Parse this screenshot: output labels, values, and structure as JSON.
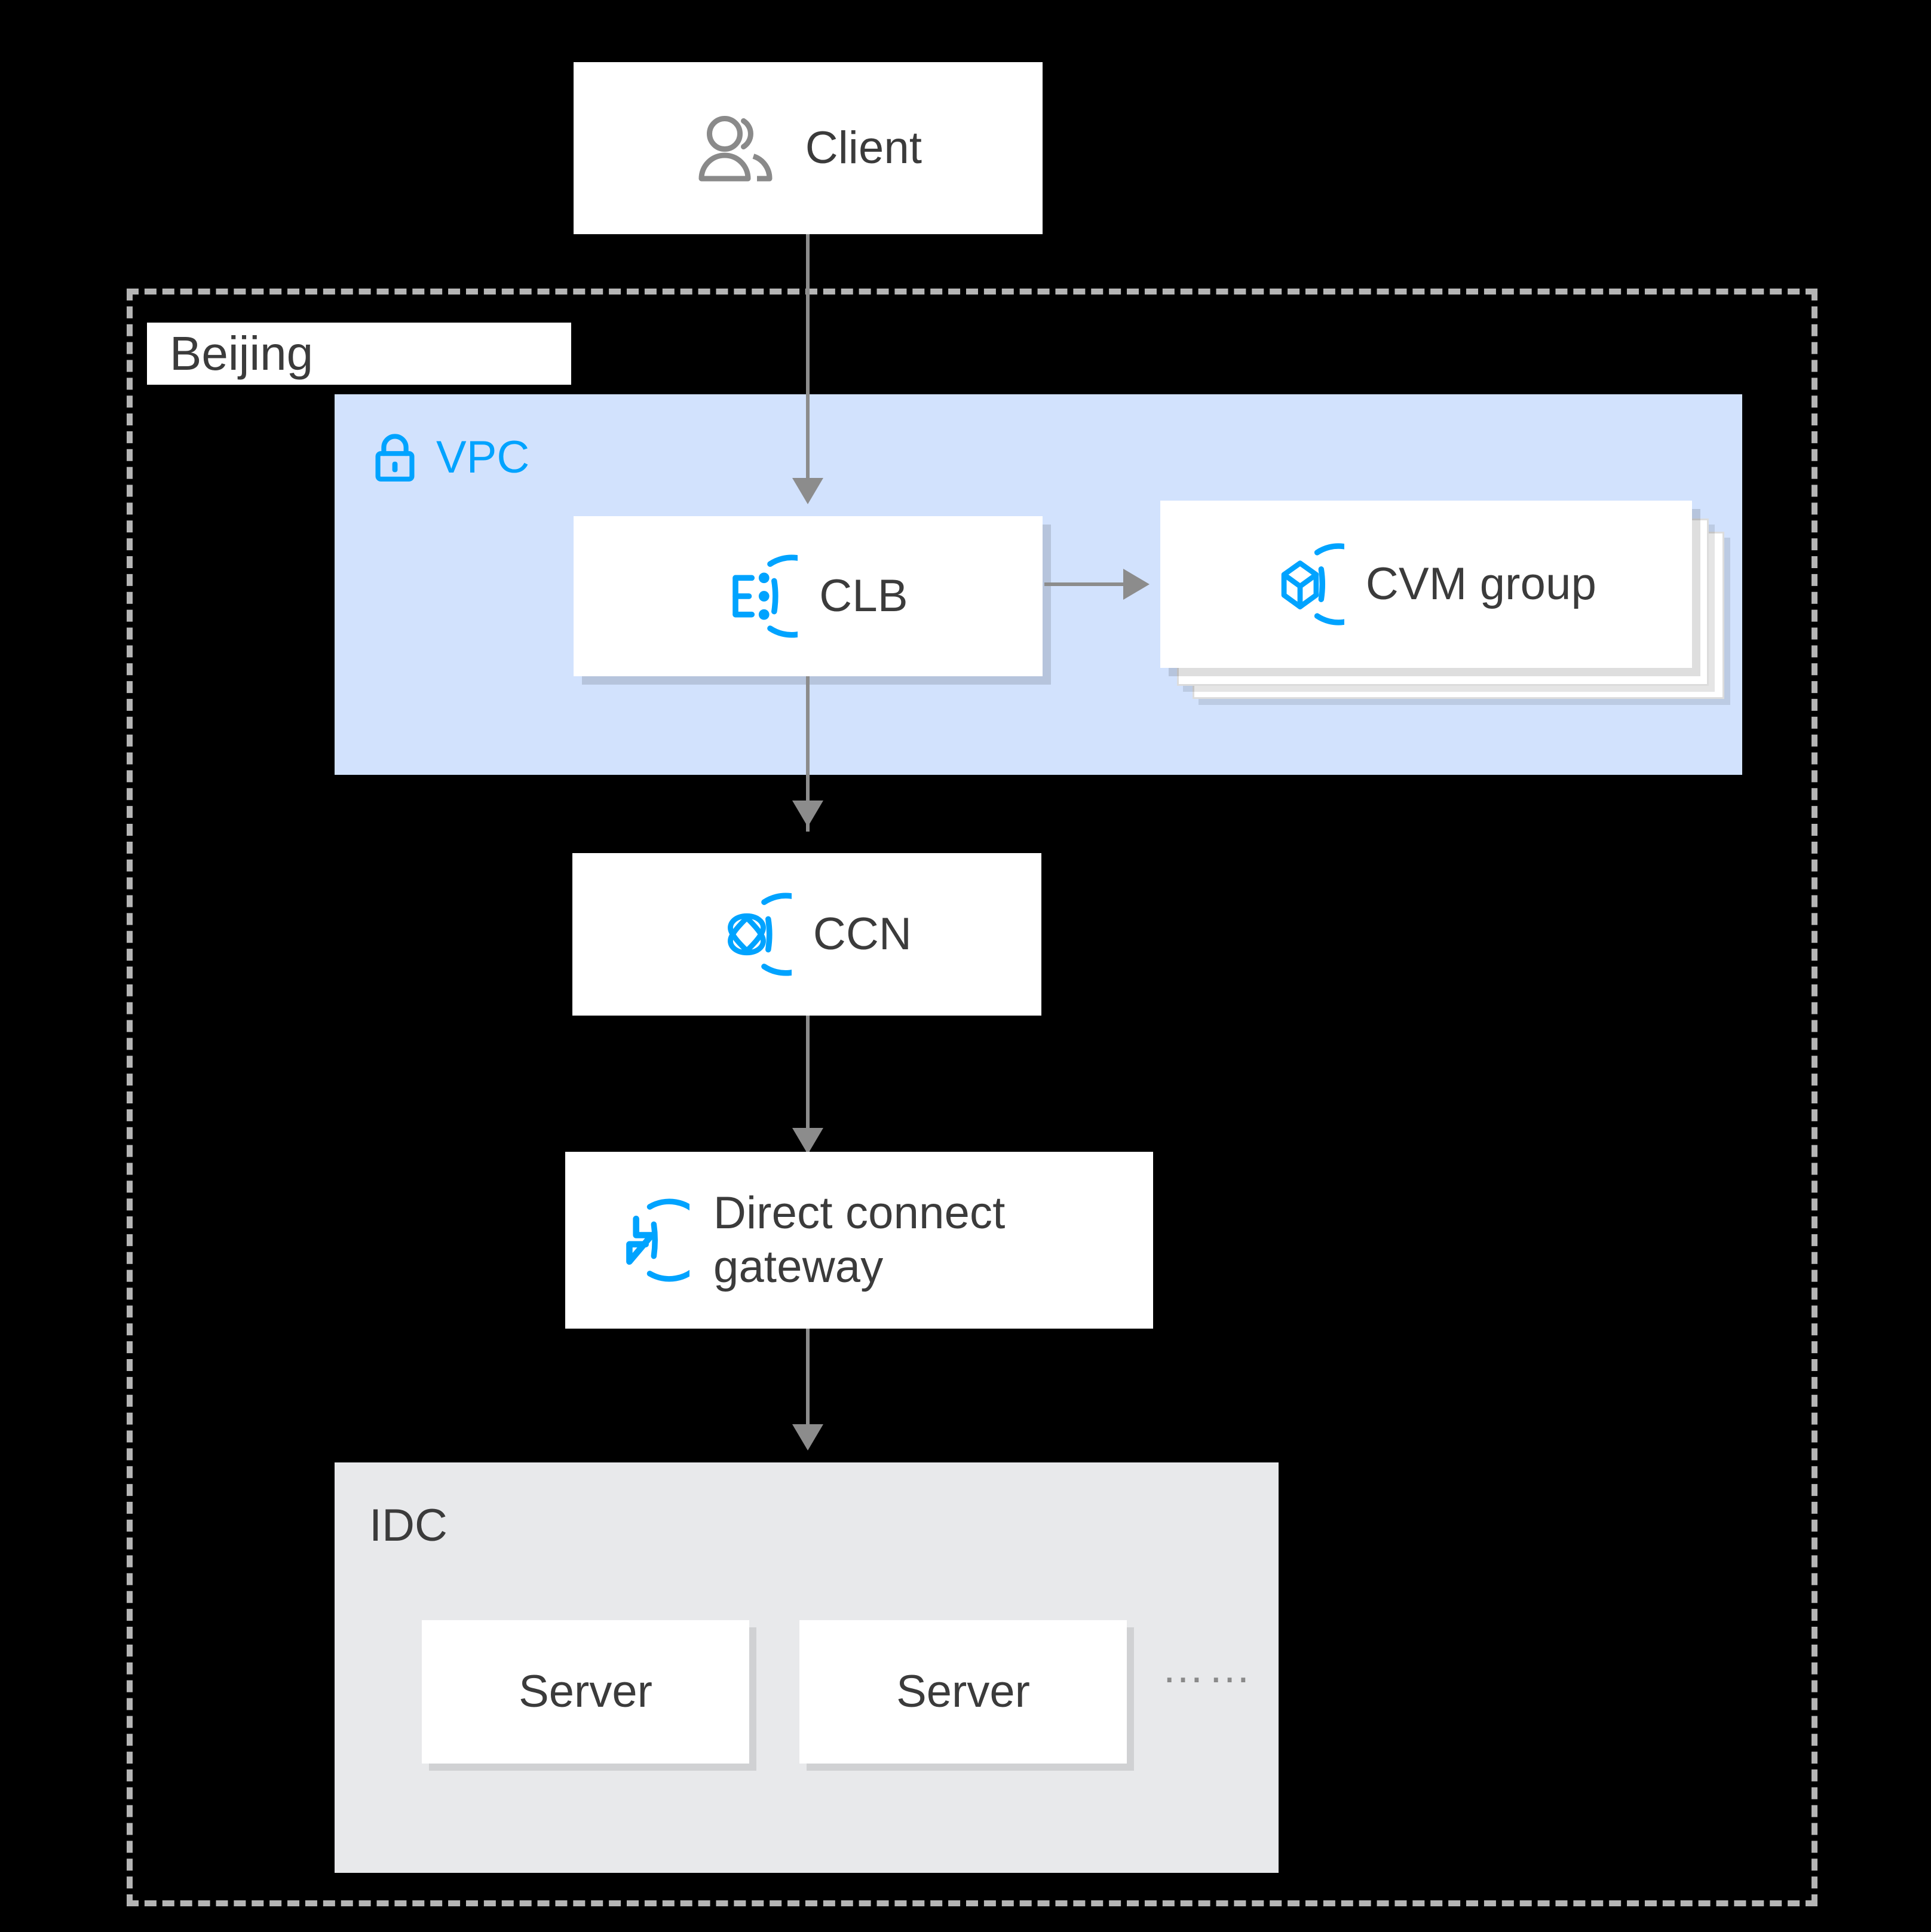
{
  "diagram": {
    "region": {
      "label": "Beijing"
    },
    "vpc": {
      "label": "VPC",
      "icon": "lock-icon",
      "color": "#00a3ff"
    },
    "idc": {
      "label": "IDC",
      "ellipsis": "……",
      "servers": [
        {
          "label": "Server"
        },
        {
          "label": "Server"
        }
      ]
    },
    "nodes": {
      "client": {
        "label": "Client",
        "icon": "users-icon"
      },
      "clb": {
        "label": "CLB",
        "icon": "clb-icon"
      },
      "cvm_group": {
        "label": "CVM group",
        "icon": "cvm-icon",
        "stack_count": 3
      },
      "ccn": {
        "label": "CCN",
        "icon": "ccn-icon"
      },
      "dcg": {
        "label": "Direct connect\ngateway",
        "icon": "direct-connect-gateway-icon"
      }
    },
    "edges": [
      {
        "from": "client",
        "to": "clb",
        "direction": "down"
      },
      {
        "from": "clb",
        "to": "cvm_group",
        "direction": "right"
      },
      {
        "from": "clb",
        "to": "ccn",
        "direction": "down"
      },
      {
        "from": "ccn",
        "to": "dcg",
        "direction": "down"
      },
      {
        "from": "dcg",
        "to": "idc",
        "direction": "down"
      }
    ],
    "colors": {
      "background": "#000000",
      "accent_blue": "#00a3ff",
      "vpc_fill": "#d2e2fd",
      "idc_fill": "#e8e9eb",
      "card_fill": "#ffffff",
      "text": "#3b3b3b",
      "arrow": "#8c8c8c",
      "dashed_border": "#b5b5b5"
    }
  }
}
